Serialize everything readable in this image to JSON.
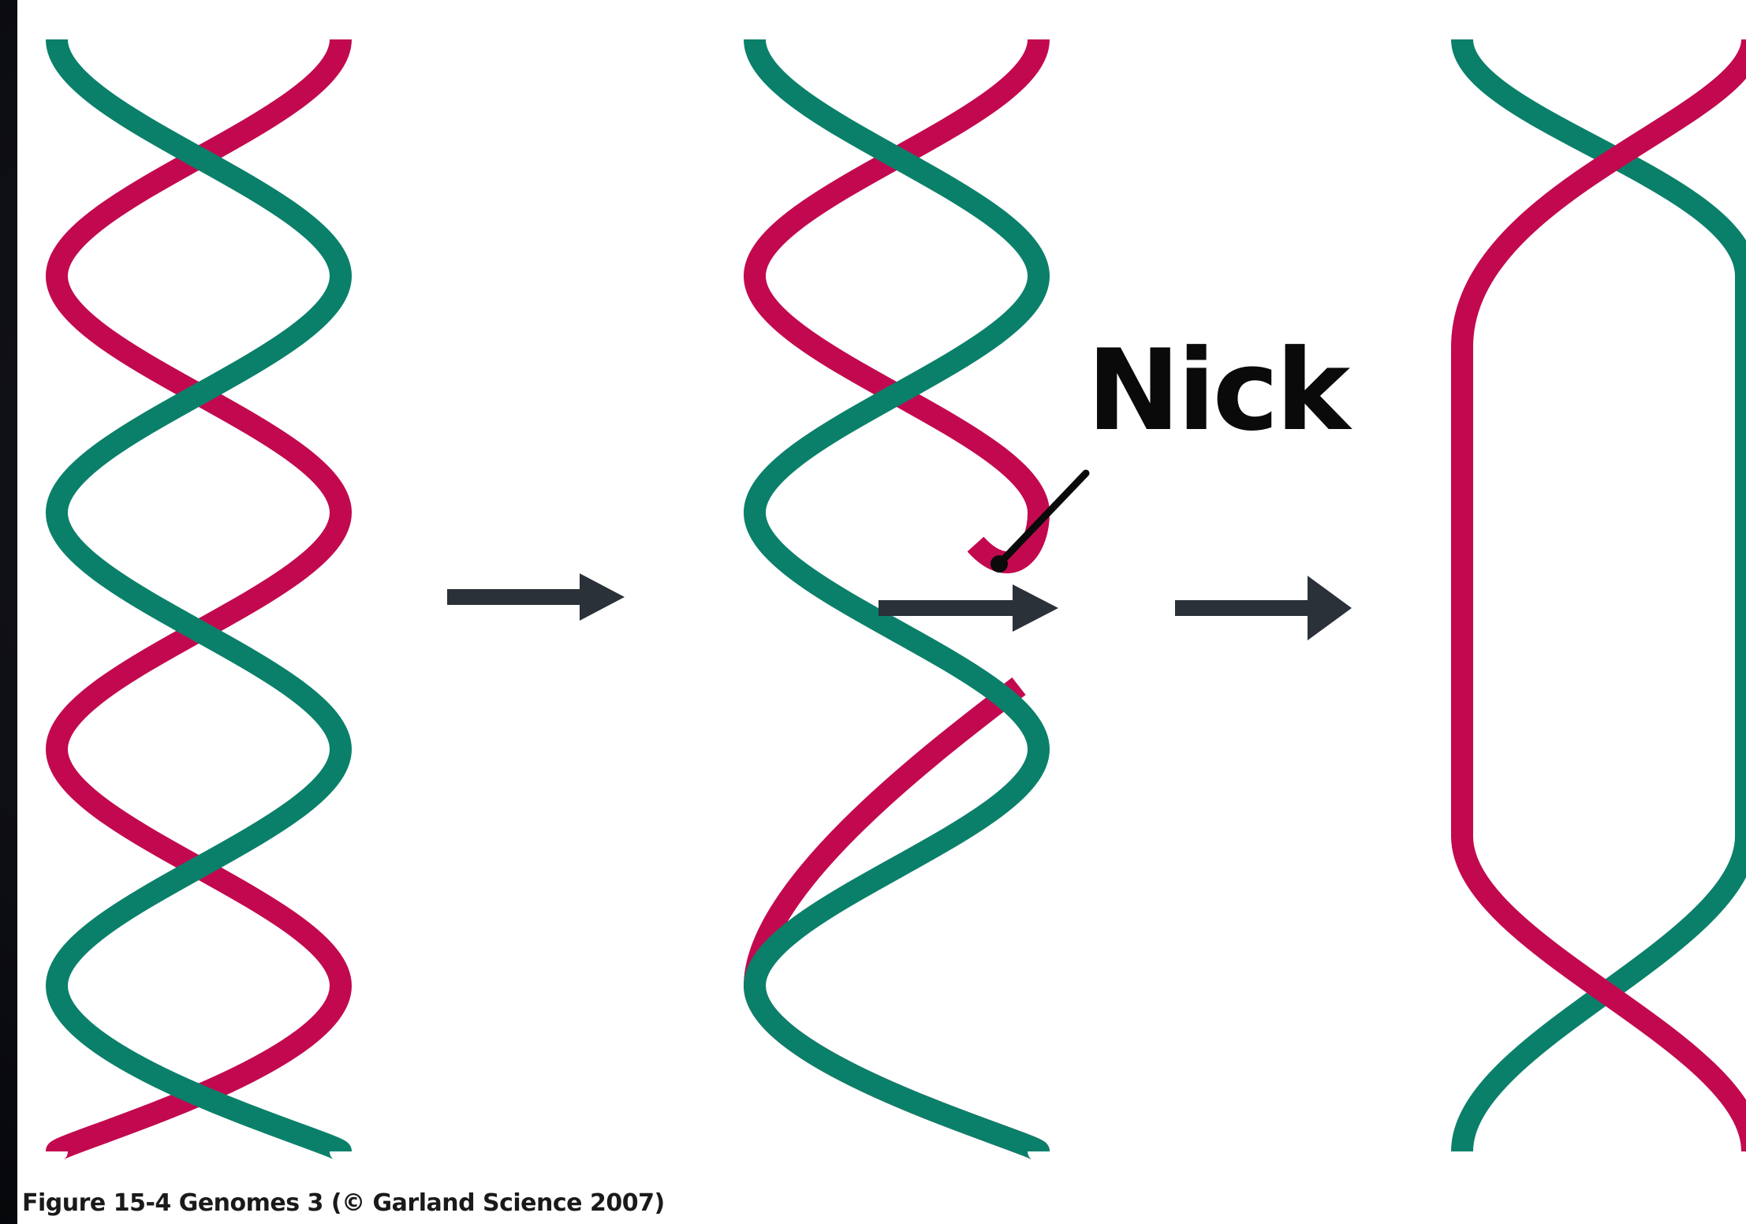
{
  "colors": {
    "strand_one": "#0a806a",
    "strand_two": "#c2094f",
    "arrow": "#2a3138",
    "nick_pointer": "#0a0a0a",
    "figure_background": "#ffffff"
  },
  "panels": [
    {
      "name": "intact-double-helix"
    },
    {
      "name": "nicked-double-helix"
    },
    {
      "name": "unwound-double-helix"
    }
  ],
  "labels": {
    "nick": "Nick"
  },
  "caption": "Figure 15-4  Genomes 3 (© Garland Science 2007)"
}
